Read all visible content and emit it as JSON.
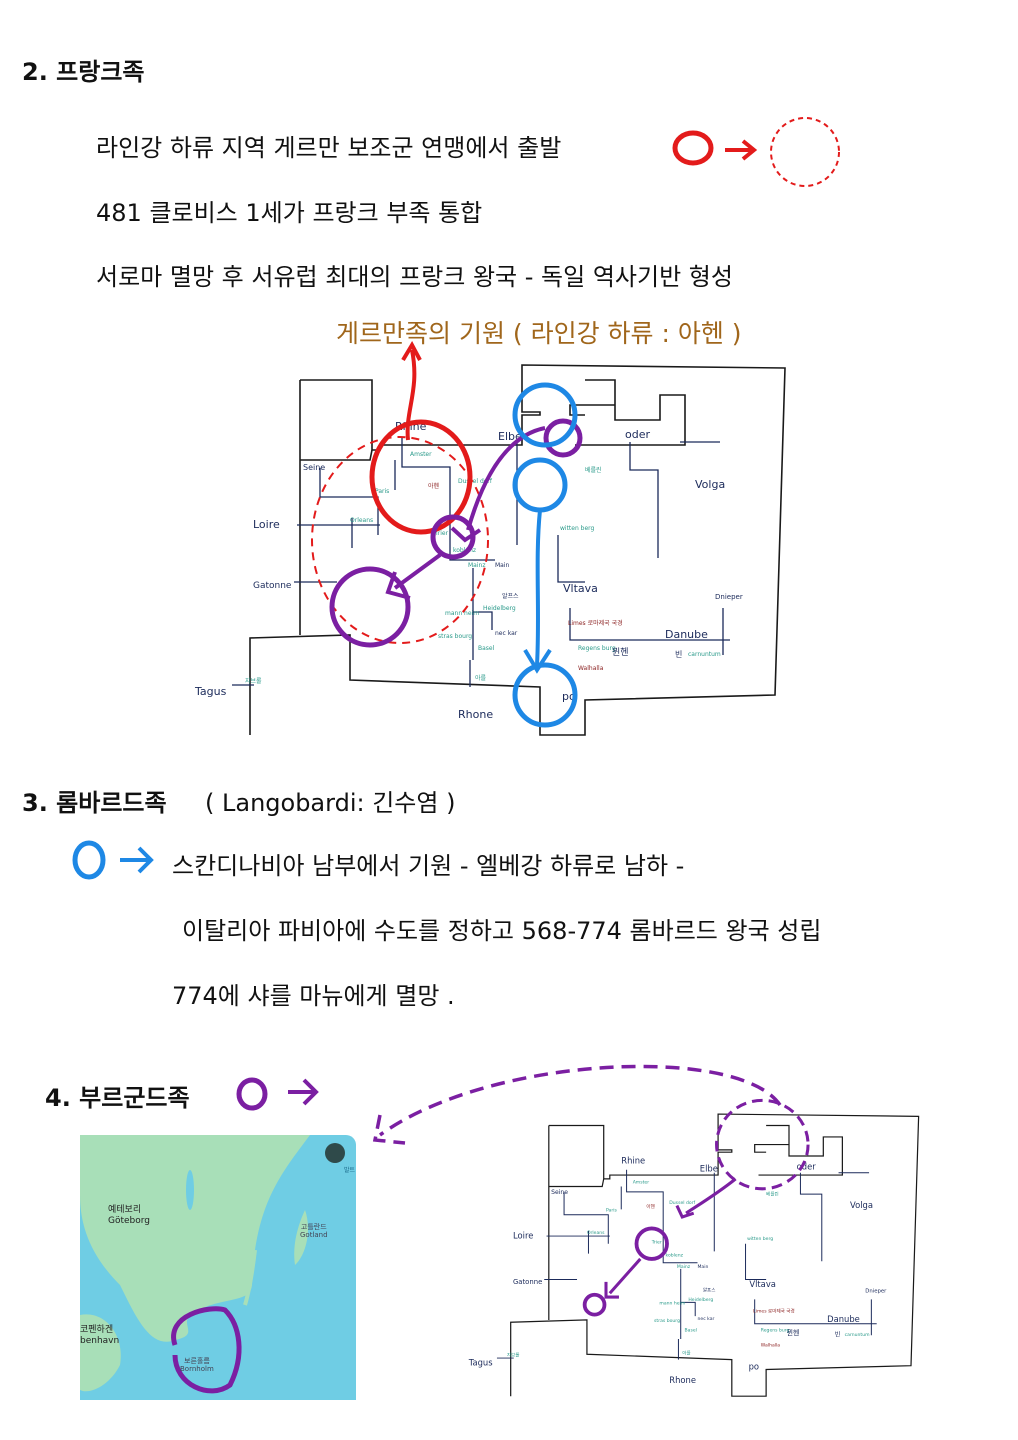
{
  "sections": [
    {
      "heading": "2. 프랑크족",
      "lines": [
        "라인강 하류 지역 게르만 보조군 연맹에서 출발",
        "481 클로비스 1세가 프랑크 부족 통합",
        "서로마 멸망 후 서유럽 최대의 프랑크 왕국 - 독일 역사기반 형성"
      ],
      "map_caption": "게르만족의 기원 ( 라인강 하류 : 아헨 )"
    },
    {
      "heading": "3. 롬바르드족",
      "subtitle": "( Langobardi: 긴수염 )",
      "lines": [
        "스칸디나비아 남부에서 기원 -  엘베강 하류로 남하 -",
        "이탈리아 파비아에 수도를 정하고 568-774 롬바르드 왕국 성립",
        "774에 샤를 마뉴에게 멸망 ."
      ]
    },
    {
      "heading": "4. 부르군드족"
    }
  ],
  "map_labels": {
    "rhine": "Rhine",
    "elbe": "Elbe",
    "oder": "oder",
    "volga": "Volga",
    "seine": "Seine",
    "loire": "Loire",
    "garonne": "Gatonne",
    "vltava": "Vltava",
    "dnieper": "Dnieper",
    "danube": "Danube",
    "rhone": "Rhone",
    "po": "po",
    "tagus": "Tagus",
    "amster": "Amster",
    "paris": "Paris",
    "orleans": "Orleans",
    "aachen": "아헨",
    "dusseldorf": "Dussel dorf",
    "heidelberg": "Heidelberg",
    "mannheim": "mann heim",
    "strasbourg": "stras bourg",
    "basel": "Basel",
    "neckar": "nec kar",
    "main": "Main",
    "mainz": "Mainz",
    "koblenz": "koblenz",
    "trier": "Trier",
    "wittenberg": "witten berg",
    "limes": "Limes 로마제국 국경",
    "regensburg": "Regens burg",
    "walhalla": "Walhalla",
    "munich": "뮌헨",
    "vienna": "빈",
    "carnuntum": "carnuntum",
    "berlin": "베를린",
    "lyon": "아를",
    "gibraltar": "지브롤",
    "heidelberg_kr": "알프스"
  },
  "scandinavia_map": {
    "goteborg_kr": "예테보리",
    "goteborg": "Göteborg",
    "gotland_kr": "고틀란드",
    "gotland": "Gotland",
    "copenhagen_kr": "코펜하겐",
    "copenhagen": "benhavn",
    "bornholm_kr": "보른홀름",
    "bornholm": "Bornholm",
    "baltic": "발트"
  },
  "colors": {
    "red": "#e31b1b",
    "blue": "#1e88e5",
    "purple": "#7b1fa2",
    "caption": "#a0661b"
  }
}
